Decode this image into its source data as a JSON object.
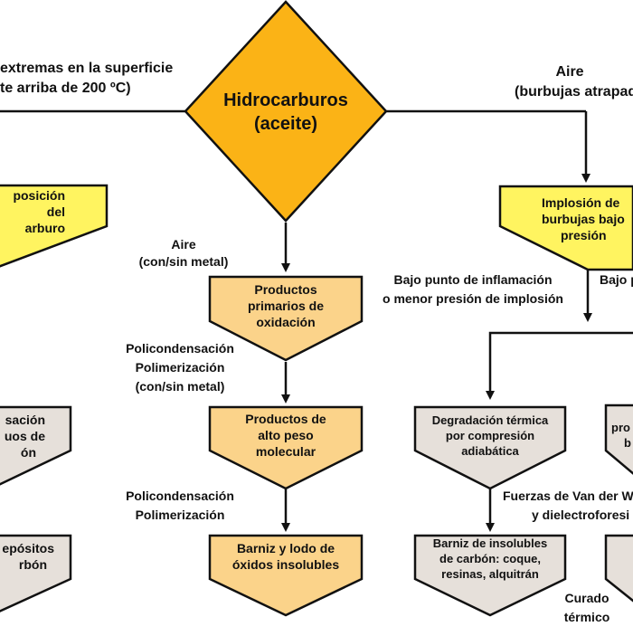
{
  "colors": {
    "orange": "#fbb316",
    "yellow": "#fff460",
    "peach": "#fbd38a",
    "gray": "#e6e0da",
    "stroke": "#111111"
  },
  "center_node": {
    "title": "Hidrocarburos",
    "subtitle": "(aceite)"
  },
  "edge_labels": {
    "left_top_1": "extremas en la superficie",
    "left_top_2": "te arriba de 200 ºC)",
    "right_top_1": "Aire",
    "right_top_2": "(burbujas atrapad",
    "aire_1": "Aire",
    "aire_2": "(con/sin metal)",
    "poly1_1": "Policondensación",
    "poly1_2": "Polimerización",
    "poly1_3": "(con/sin metal)",
    "poly2_1": "Policondensación",
    "poly2_2": "Polimerización",
    "bajo_punto_1": "Bajo punto de inflamación",
    "bajo_punto_2": "o menor presión de implosión",
    "bajo_right": "Bajo p",
    "van_der_1": "Fuerzas de Van der W",
    "van_der_2": "y dielectroforesi",
    "curado_1": "Curado",
    "curado_2": "térmico"
  },
  "nodes": {
    "descomposicion": [
      "posición",
      "del",
      "arburo"
    ],
    "productos_primarios": [
      "Productos",
      "primarios de",
      "oxidación"
    ],
    "implosion": [
      "Implosión de",
      "burbujas bajo",
      "presión"
    ],
    "productos_alto": [
      "Productos de",
      "alto peso",
      "molecular"
    ],
    "condensacion": [
      "sación",
      "uos de",
      "ón"
    ],
    "degradacion": [
      "Degradación térmica",
      "por compresión",
      "adiabática"
    ],
    "right_partial": [
      "pro",
      "b"
    ],
    "barniz_lodo": [
      "Barniz y lodo de",
      "óxidos insolubles"
    ],
    "depositos": [
      "epósitos",
      "rbón"
    ],
    "barniz_insolubles": [
      "Barniz de insolubles",
      "de carbón: coque,",
      "resinas, alquitrán"
    ]
  }
}
